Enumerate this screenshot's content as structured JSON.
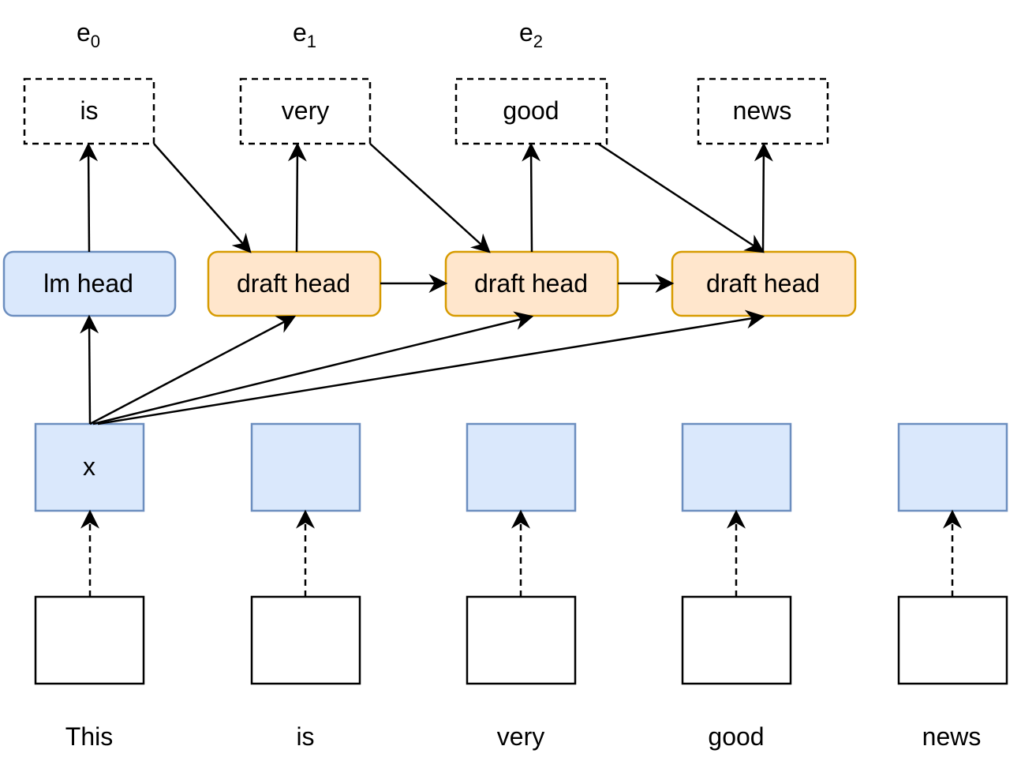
{
  "colors": {
    "blue_fill": "#dae8fc",
    "blue_stroke": "#6c8ebf",
    "orange_fill": "#ffe6cc",
    "orange_stroke": "#d79b00",
    "black": "#000000",
    "white": "#ffffff"
  },
  "embedding_labels": [
    {
      "base": "e",
      "sub": "0"
    },
    {
      "base": "e",
      "sub": "1"
    },
    {
      "base": "e",
      "sub": "2"
    }
  ],
  "predicted_tokens": [
    "is",
    "very",
    "good",
    "news"
  ],
  "heads": [
    "lm head",
    "draft head",
    "draft head",
    "draft head"
  ],
  "hidden_state_label": "x",
  "input_tokens": [
    "This",
    "is",
    "very",
    "good",
    "news"
  ]
}
